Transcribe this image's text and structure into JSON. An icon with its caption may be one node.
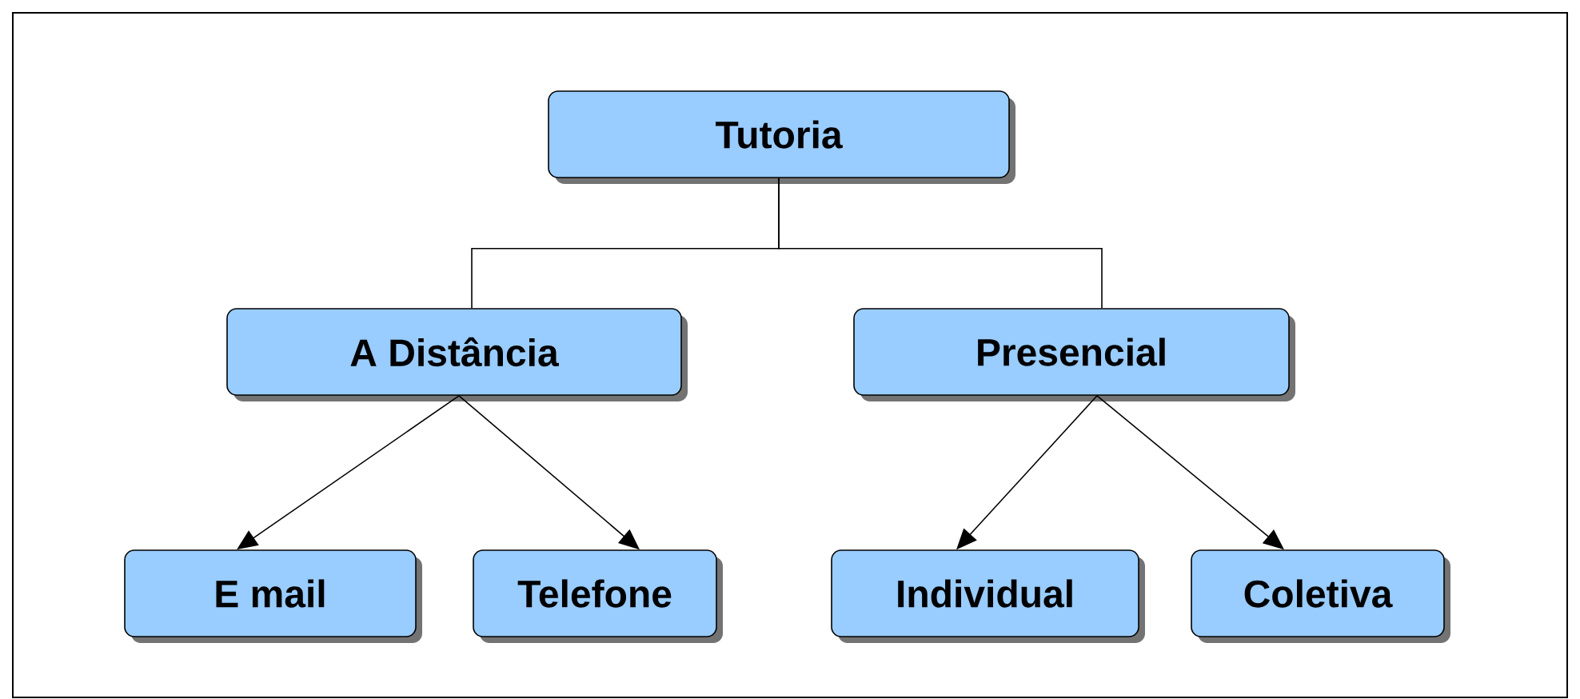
{
  "diagram": {
    "nodes": [
      {
        "text": [
          "Tutoria"
        ]
      },
      {
        "text": [
          "A Distância"
        ]
      },
      {
        "text": [
          "Presencial"
        ]
      },
      {
        "text": [
          "E mail"
        ]
      },
      {
        "text": [
          "Telefone"
        ]
      },
      {
        "text": [
          "Individual"
        ]
      },
      {
        "text": [
          "Coletiva"
        ]
      }
    ],
    "edges": [
      {
        "from": 0,
        "to": 1,
        "arrow": "none"
      },
      {
        "from": 0,
        "to": 2,
        "arrow": "none"
      },
      {
        "from": 1,
        "to": 3,
        "arrow": "to"
      },
      {
        "from": 1,
        "to": 4,
        "arrow": "to"
      },
      {
        "from": 2,
        "to": 5,
        "arrow": "to"
      },
      {
        "from": 2,
        "to": 6,
        "arrow": "to"
      }
    ]
  }
}
